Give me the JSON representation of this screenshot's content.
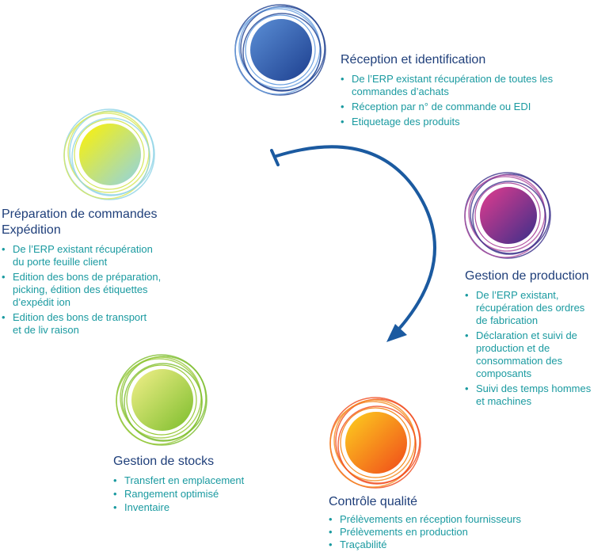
{
  "stages": [
    {
      "id": "reception",
      "title": "Réception et identification",
      "color_from": "#5b8fd6",
      "color_to": "#1d3f8f",
      "ring": "#6aa0e0",
      "items": [
        "De l’ERP existant récupération de toutes les\ncommandes d’achats",
        "Réception par n° de commande ou EDI",
        "Etiquetage des produits"
      ]
    },
    {
      "id": "production",
      "title": "Gestion de production",
      "color_from": "#e23c8e",
      "color_to": "#3a2f8a",
      "ring": "#b04fa0",
      "items": [
        "De l’ERP existant,\nrécupération des ordres\nde fabrication",
        "Déclaration et suivi de\nproduction et de\nconsommation des\ncomposants",
        "Suivi des temps hommes\net machines"
      ]
    },
    {
      "id": "qualite",
      "title": "Contrôle qualité",
      "color_from": "#fdd11f",
      "color_to": "#f0481a",
      "ring": "#f58a1e",
      "items": [
        "Prélèvements en réception fournisseurs",
        "Prélèvements en production",
        "Traçabilité"
      ]
    },
    {
      "id": "stocks",
      "title": "Gestion de stocks",
      "color_from": "#f3f08a",
      "color_to": "#7cbd2c",
      "ring": "#98c93a",
      "items": [
        "Transfert en emplacement",
        "Rangement optimisé",
        "Inventaire"
      ]
    },
    {
      "id": "preparation",
      "title": "Préparation de commandes\nExpédition",
      "color_from": "#fff200",
      "color_to": "#8fd3e6",
      "ring": "#d4e65a",
      "items": [
        "De l’ERP  existant récupération\ndu porte feuille client",
        "Edition   des bons de préparation,\npicking,   édition des étiquettes\nd’expédit ion",
        "Edition   des bons de transport\net de liv  raison"
      ]
    }
  ],
  "bullet_char": "•",
  "colors": {
    "title": "#1f3f7a",
    "item": "#1a9aa0",
    "arrow": "#1b5aa0"
  }
}
